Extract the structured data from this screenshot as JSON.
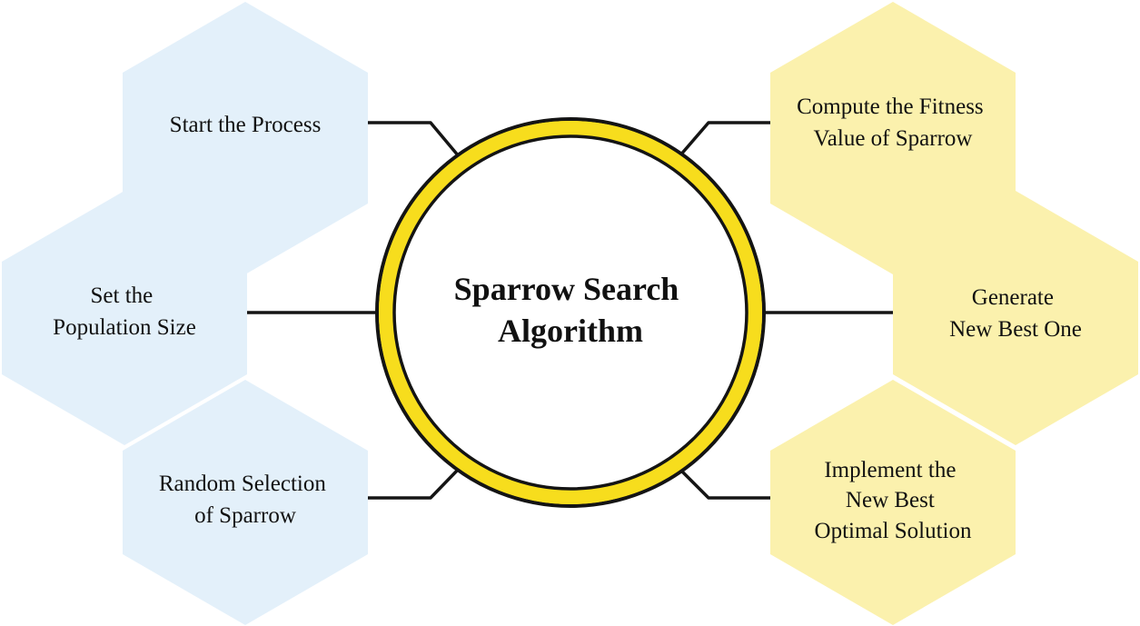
{
  "center": {
    "title_lines": [
      "Sparrow Search",
      "Algorithm"
    ]
  },
  "steps_left": [
    {
      "lines": [
        "Start the Process"
      ]
    },
    {
      "lines": [
        "Set the",
        "Population Size"
      ]
    },
    {
      "lines": [
        "Random Selection",
        "of Sparrow"
      ]
    }
  ],
  "steps_right": [
    {
      "lines": [
        "Compute the Fitness",
        "Value of Sparrow"
      ]
    },
    {
      "lines": [
        "Generate",
        "New Best One"
      ]
    },
    {
      "lines": [
        "Implement the",
        "New Best",
        "Optimal Solution"
      ]
    }
  ],
  "colors": {
    "left_hex_fill": "#e3f0fa",
    "right_hex_fill": "#fbf1ad",
    "ring_color": "#f7dd1d",
    "ring_outline": "#141414",
    "connector": "#151515"
  }
}
